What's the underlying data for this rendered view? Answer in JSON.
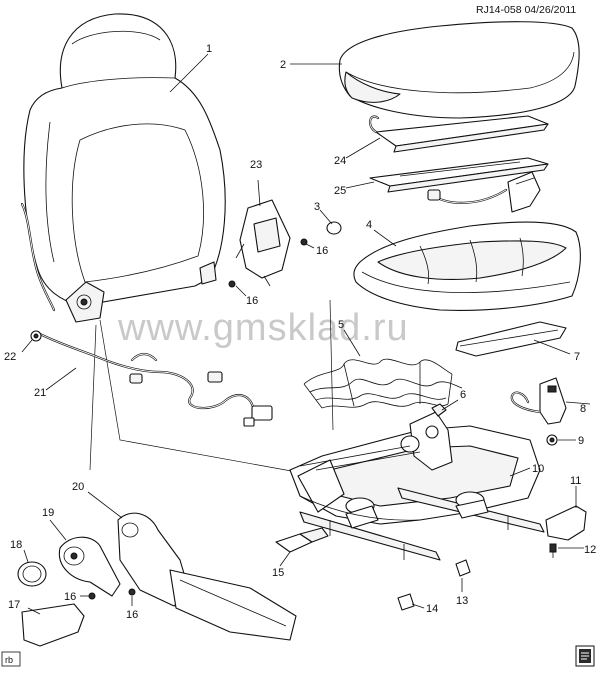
{
  "header": {
    "ref": "RJ14-058  04/26/2011"
  },
  "watermark": "www.gmsklad.ru",
  "corner_tag": "rb",
  "callouts": [
    "1",
    "2",
    "3",
    "4",
    "5",
    "6",
    "7",
    "8",
    "9",
    "10",
    "11",
    "12",
    "13",
    "14",
    "15",
    "16",
    "16",
    "16",
    "16",
    "17",
    "18",
    "19",
    "20",
    "21",
    "22",
    "23",
    "24",
    "25"
  ],
  "icons": {
    "book_icon": "manual-book-icon"
  }
}
